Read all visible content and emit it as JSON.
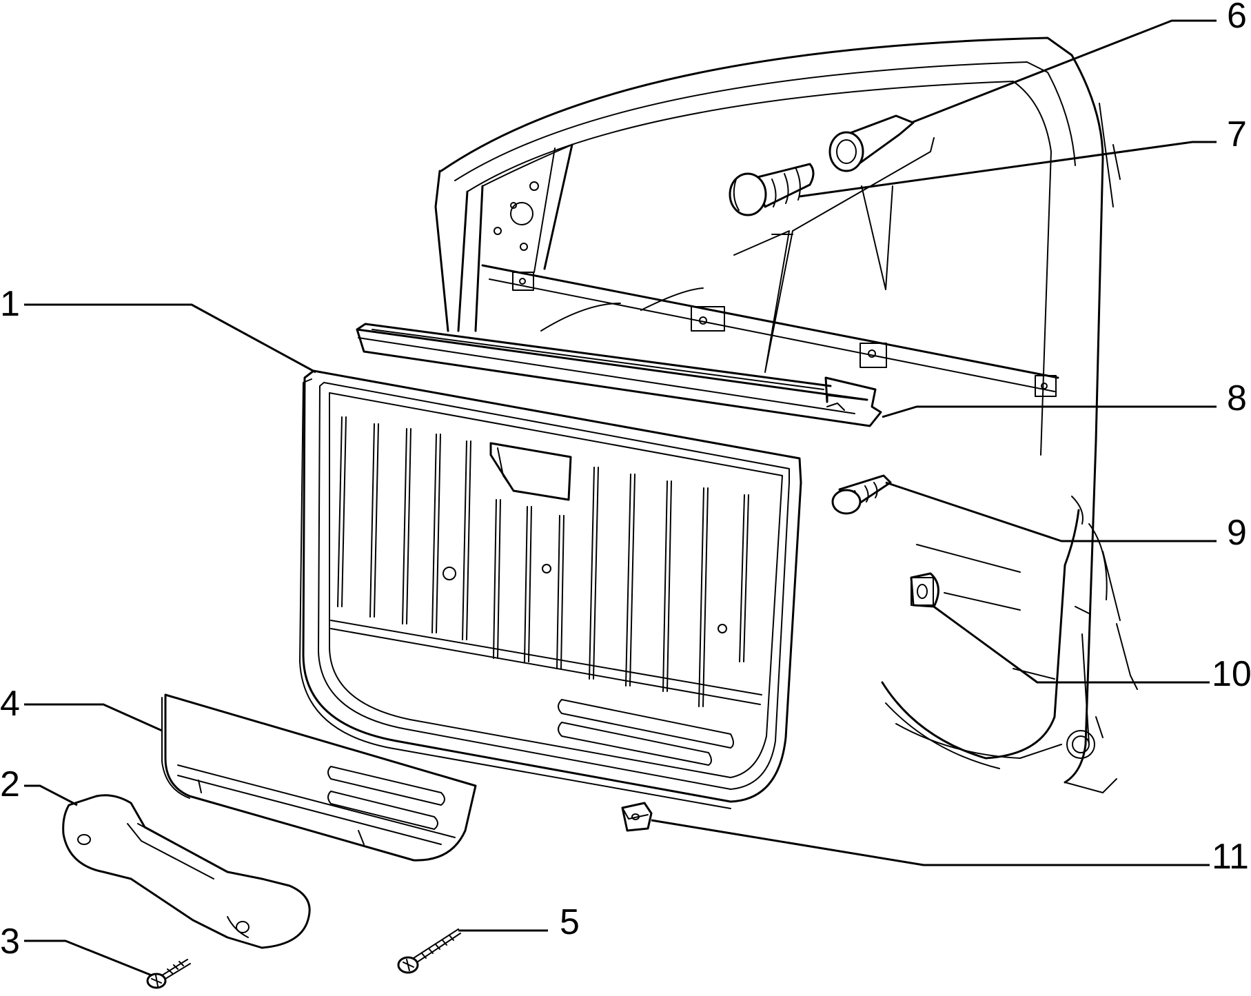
{
  "figure": {
    "background": "#ffffff",
    "line_color": "#000000"
  },
  "callouts": [
    {
      "id": "1",
      "label": "1",
      "part": "door-trim-panel"
    },
    {
      "id": "2",
      "label": "2",
      "part": "grab-handle"
    },
    {
      "id": "3",
      "label": "3",
      "part": "handle-screw"
    },
    {
      "id": "4",
      "label": "4",
      "part": "door-pocket"
    },
    {
      "id": "5",
      "label": "5",
      "part": "pocket-screw"
    },
    {
      "id": "6",
      "label": "6",
      "part": "locking-pin"
    },
    {
      "id": "7",
      "label": "7",
      "part": "push-in-clip"
    },
    {
      "id": "8",
      "label": "8",
      "part": "window-sill-strip"
    },
    {
      "id": "9",
      "label": "9",
      "part": "trim-clip"
    },
    {
      "id": "10",
      "label": "10",
      "part": "door-frame-nut-clip"
    },
    {
      "id": "11",
      "label": "11",
      "part": "panel-nut-clip"
    }
  ]
}
